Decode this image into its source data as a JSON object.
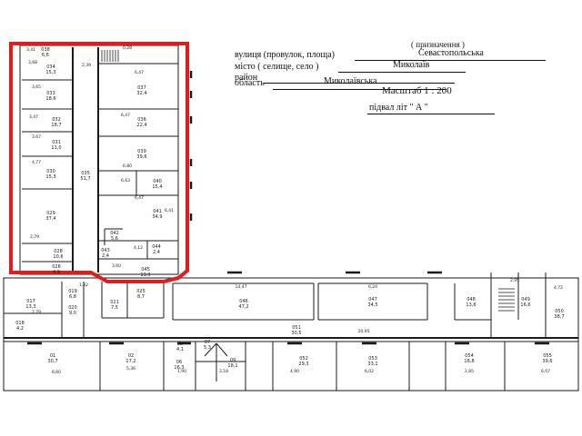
{
  "header": {
    "purpose_label": "( призначення )",
    "street_label": "вулиця (провулок, площа)",
    "street_value": "Севастопольська",
    "city_label": "місто ( селище, село )",
    "city_value": "Миколаїв",
    "district_label": "район",
    "district_value": "",
    "region_label": "область",
    "region_value": "Миколаївська",
    "scale_label": "Масштаб 1 : 200",
    "section_label": "підвал літ \" А \""
  },
  "rooms": {
    "r1": {
      "num": "038",
      "area": "6,6"
    },
    "r2": {
      "num": "034",
      "area": "15,3"
    },
    "r3": {
      "num": "033",
      "area": "18,6"
    },
    "r4": {
      "num": "032",
      "area": "18,7"
    },
    "r5": {
      "num": "031",
      "area": "11,0"
    },
    "r6": {
      "num": "030",
      "area": "15,3"
    },
    "r7": {
      "num": "029",
      "area": "37,4"
    },
    "r8": {
      "num": "028",
      "area": "10,6"
    },
    "r9": {
      "num": "026",
      "area": "4,9"
    },
    "r10": {
      "num": "035",
      "area": "51,7"
    },
    "r11": {
      "num": "037",
      "area": "32,4"
    },
    "r12": {
      "num": "036",
      "area": "22,4"
    },
    "r13": {
      "num": "039",
      "area": "39,6"
    },
    "r14": {
      "num": "040",
      "area": "15,4"
    },
    "r15": {
      "num": "041",
      "area": "34,9"
    },
    "r16": {
      "num": "042",
      "area": "5,6"
    },
    "r17": {
      "num": "044",
      "area": "2,4"
    },
    "r18": {
      "num": "045",
      "area": "13,9"
    },
    "r19": {
      "num": "043",
      "area": "2,4"
    },
    "r20": {
      "num": "017",
      "area": "13,3"
    },
    "r21": {
      "num": "018",
      "area": "4,2"
    },
    "r22": {
      "num": "019",
      "area": "6,8"
    },
    "r23": {
      "num": "020",
      "area": "9,0"
    },
    "r24": {
      "num": "021",
      "area": "7,5"
    },
    "r25": {
      "num": "025",
      "area": "8,7"
    },
    "r26": {
      "num": "046",
      "area": "47,2"
    },
    "r27": {
      "num": "047",
      "area": "34,5"
    },
    "r28": {
      "num": "048",
      "area": "13,6"
    },
    "r29": {
      "num": "049",
      "area": "16,6"
    },
    "r30": {
      "num": "050",
      "area": "38,7"
    },
    "r31": {
      "num": "051",
      "area": "30,5"
    },
    "r32": {
      "num": "01",
      "area": "30,7"
    },
    "r33": {
      "num": "02",
      "area": "17,2"
    },
    "r34": {
      "num": "06",
      "area": "16,3"
    },
    "r35": {
      "num": "05",
      "area": "4,1"
    },
    "r36": {
      "num": "09",
      "area": "18,1"
    },
    "r37": {
      "num": "052",
      "area": "29,3"
    },
    "r38": {
      "num": "053",
      "area": "33,1"
    },
    "r39": {
      "num": "054",
      "area": "18,8"
    },
    "r40": {
      "num": "055",
      "area": "39,6"
    },
    "r41": {
      "num": "07",
      "area": "5,3"
    }
  },
  "dims": {
    "d1": "2,39",
    "d2": "3,41",
    "d3": "3,68",
    "d4": "3,65",
    "d5": "3,47",
    "d6": "3,67",
    "d7": "4,77",
    "d8": "2,79",
    "d9": "6,47",
    "d10": "6,47",
    "d11": "6,80",
    "d12": "6,63",
    "d13": "6,47",
    "d14": "6,41",
    "d15": "4,12",
    "d16": "3,60",
    "d17": "1,32",
    "d18": "14,47",
    "d19": "6,24",
    "d20": "2,79",
    "d21": "20,95",
    "d22": "6,60",
    "d23": "5,36",
    "d24": "1,90",
    "d25": "3,18",
    "d26": "4,90",
    "d27": "6,02",
    "d28": "2,85",
    "d29": "6,07",
    "d30": "2,95",
    "d31": "4,72",
    "d32": "0,28"
  },
  "colors": {
    "highlight": "#e21b1b",
    "ink": "#1a1a1a"
  }
}
